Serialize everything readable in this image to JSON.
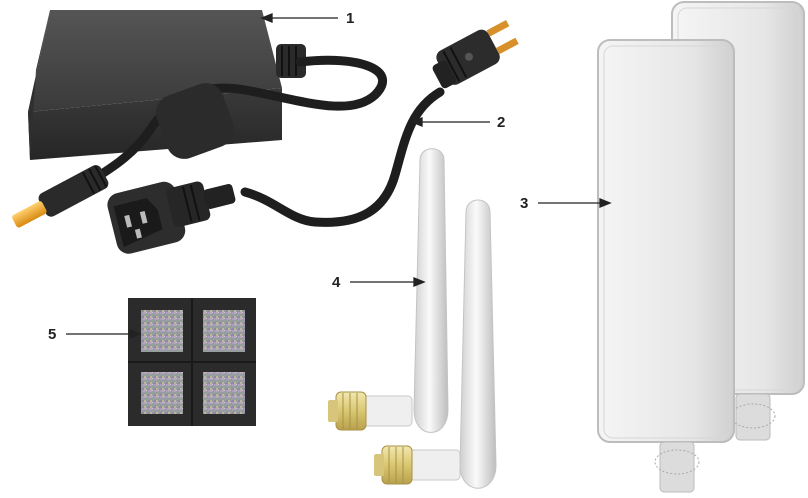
{
  "callouts": [
    {
      "id": "1",
      "label": "1"
    },
    {
      "id": "2",
      "label": "2"
    },
    {
      "id": "3",
      "label": "3"
    },
    {
      "id": "4",
      "label": "4"
    },
    {
      "id": "5",
      "label": "5"
    }
  ],
  "colors": {
    "adapter_body": "#3b3b3b",
    "cable": "#1e1e1e",
    "dc_tip": "#f0a020",
    "plug_prongs": "#d8902a",
    "antenna": "#e8e8e8",
    "antenna_connector": "#e6d58a",
    "panel": "#e9e9e9",
    "pad_frame": "#2b2b2b",
    "leader_line": "#222222"
  },
  "icons": {
    "power-adapter": "power-adapter-icon",
    "power-cord": "ac-power-cord-icon",
    "panel-antenna": "panel-antenna-icon",
    "dipole-antenna": "dipole-antenna-icon",
    "adhesive-pads": "adhesive-pad-icon"
  }
}
